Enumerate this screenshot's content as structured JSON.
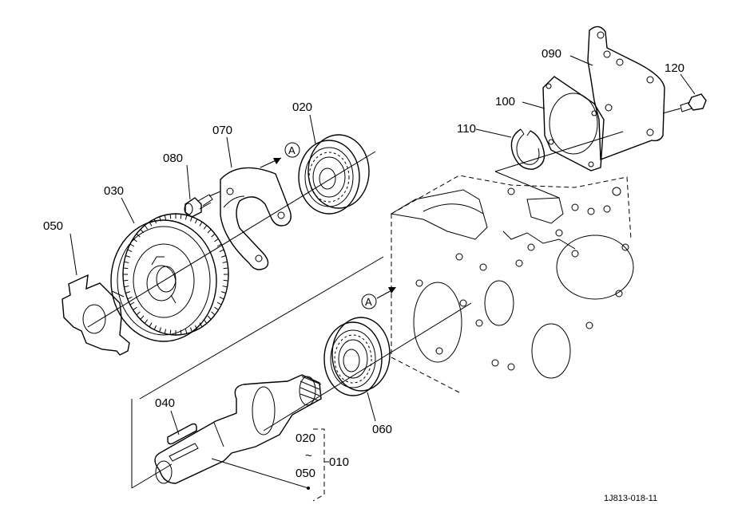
{
  "labels": {
    "p010": "010",
    "p020": "020",
    "p030": "030",
    "p040": "040",
    "p050": "050",
    "p060": "060",
    "p070": "070",
    "p080": "080",
    "p090": "090",
    "p100": "100",
    "p110": "110",
    "p120": "120",
    "range_from": "020",
    "range_sep": "~",
    "range_to": "050"
  },
  "callouts": {
    "a1": "A",
    "a2": "A"
  },
  "reference": "1J813-018-11",
  "colors": {
    "line": "#000000",
    "background": "#ffffff"
  }
}
